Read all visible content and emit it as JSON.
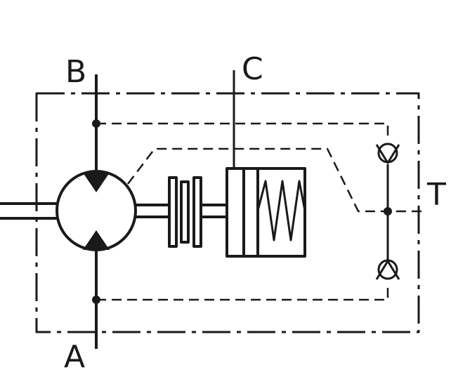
{
  "ports": {
    "a": "A",
    "b": "B",
    "c": "C",
    "t": "T"
  },
  "colors": {
    "line": "#1a1a1a",
    "background": "#ffffff"
  }
}
